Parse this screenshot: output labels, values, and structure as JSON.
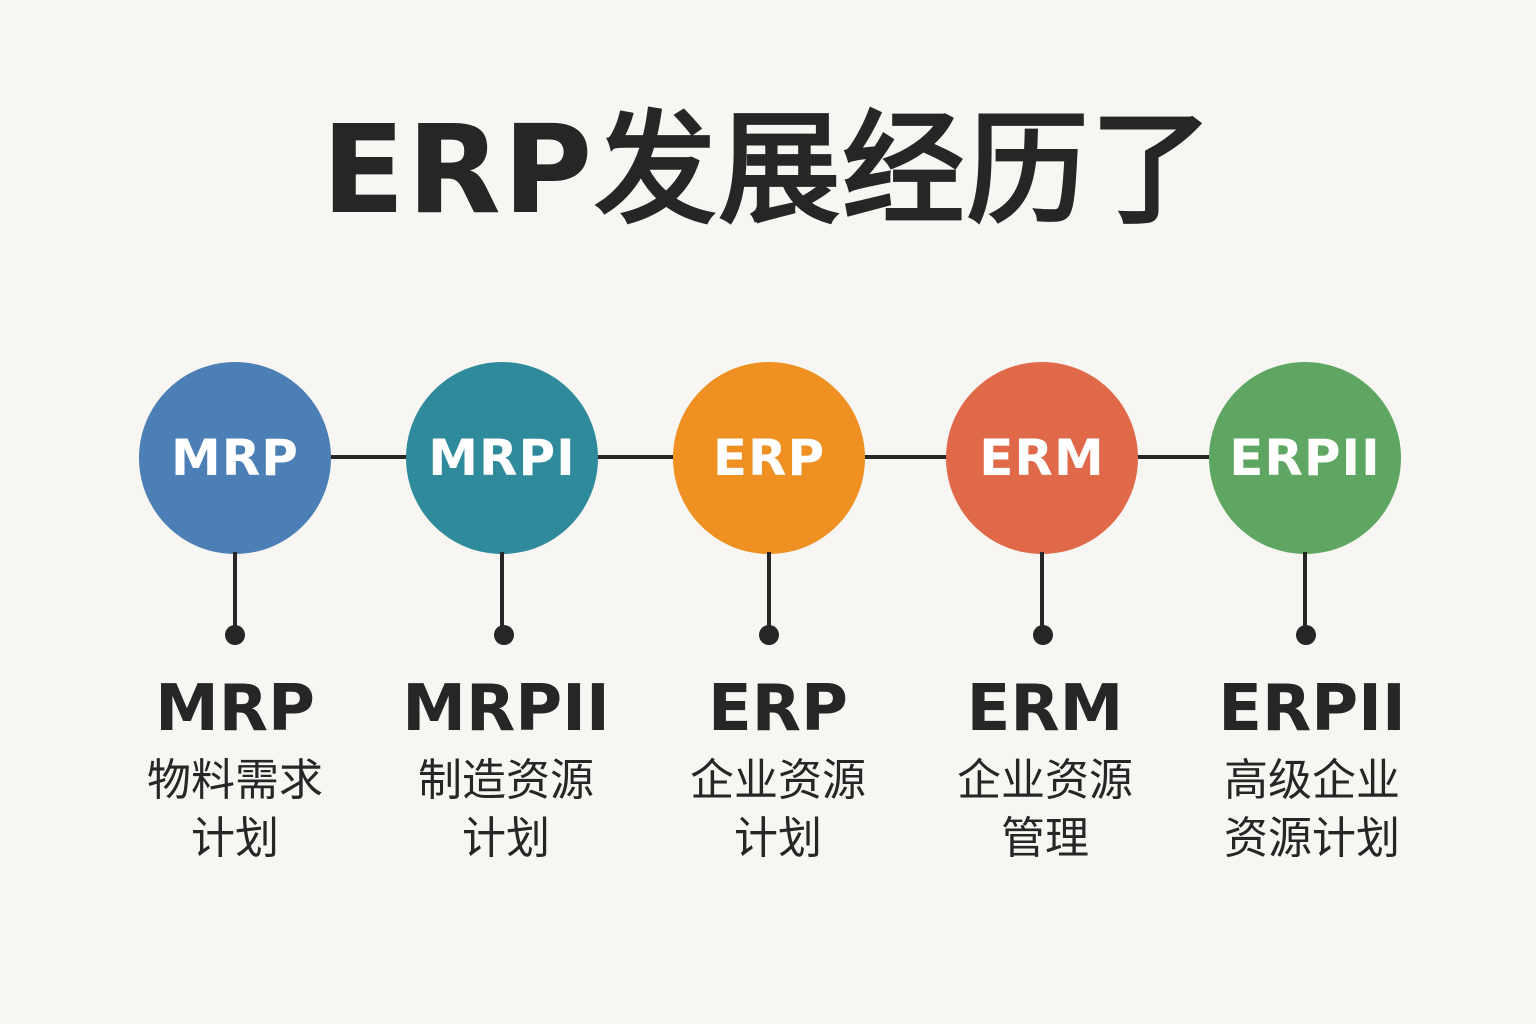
{
  "title": "ERP发展经历了",
  "stages": [
    {
      "abbr": "MRP",
      "circle_label": "MRP",
      "desc": "物料需求计划",
      "color": "#4b7fb6"
    },
    {
      "abbr": "MRPII",
      "circle_label": "MRPI",
      "desc": "制造资源计划",
      "color": "#2f8a9b"
    },
    {
      "abbr": "ERP",
      "circle_label": "ERP",
      "desc": "企业资源计划",
      "color": "#ee9022"
    },
    {
      "abbr": "ERM",
      "circle_label": "ERM",
      "desc": "企业资源管理",
      "color": "#e0694a"
    },
    {
      "abbr": "ERPII",
      "circle_label": "ERPII",
      "desc": "高级企业资源计划",
      "color": "#5ea662"
    }
  ]
}
